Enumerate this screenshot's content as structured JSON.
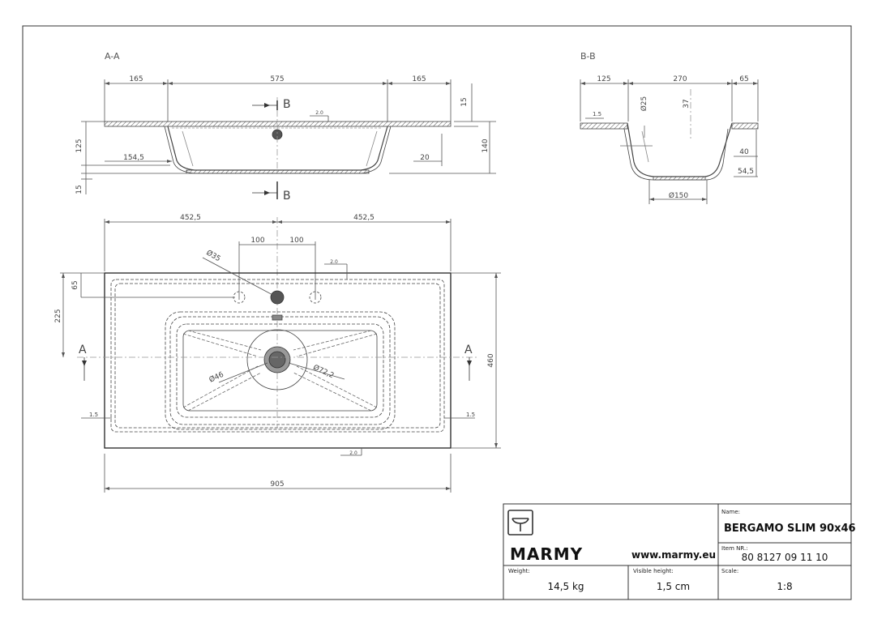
{
  "views": {
    "section_aa": "A-A",
    "section_bb": "B-B",
    "marker_a": "A",
    "marker_b": "B"
  },
  "dims_aa": {
    "left": "165",
    "middle": "575",
    "right": "165",
    "depth": "125",
    "bottom": "15",
    "inner": "154,5",
    "rim_right": "20",
    "top_right": "15",
    "height": "140",
    "thickness": "2.0"
  },
  "dims_bb": {
    "left": "125",
    "middle": "270",
    "right": "65",
    "slope": "1.5",
    "r25": "Ø25",
    "d37": "37",
    "h40": "40",
    "h54": "54,5",
    "drain": "Ø150"
  },
  "dims_plan": {
    "half_left": "452,5",
    "half_right": "452,5",
    "tap_left": "100",
    "tap_right": "100",
    "hole": "Ø35",
    "thickness": "2.0",
    "edge_top": "65",
    "center": "225",
    "depth": "460",
    "waste_inner": "Ø46",
    "waste_outer": "Ø72,2",
    "side_left": "1.5",
    "side_right": "1.5",
    "bottom_t": "2.0",
    "width": "905"
  },
  "title_block": {
    "brand": "MARMY",
    "url": "www.marmy.eu",
    "name_label": "Name:",
    "name": "BERGAMO SLIM 90x46",
    "item_label": "Item NR.:",
    "item": "80 8127 09 11 10",
    "weight_label": "Weight:",
    "weight": "14,5 kg",
    "height_label": "Visible height:",
    "height": "1,5 cm",
    "scale_label": "Scale:",
    "scale": "1:8"
  }
}
